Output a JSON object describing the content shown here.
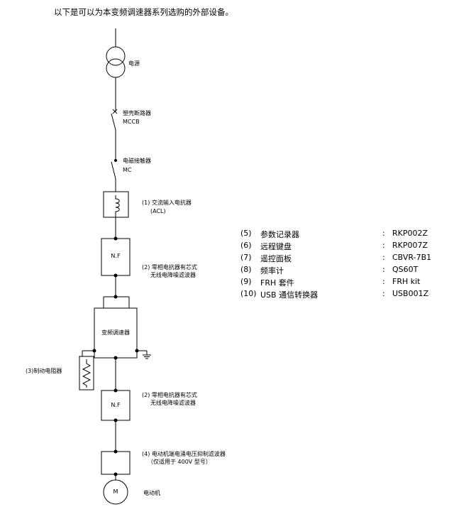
{
  "intro": "以下是可以为本变频调速器系列选购的外部设备。",
  "diagram": {
    "power": "电源",
    "mccb": [
      "塑壳断路器",
      "MCCB"
    ],
    "mc": [
      "电磁接触器",
      "MC"
    ],
    "acl": [
      "(1) 交流输入电抗器",
      "(ACL)"
    ],
    "nf_block": "N.F",
    "nf_label": [
      "(2) 零相电抗器有芯式",
      "无线电降噪滤波器"
    ],
    "inverter": "变频调速器",
    "brake": "(3)制动电阻器",
    "nf2_block": "N.F",
    "nf2_label": [
      "(2) 零相电抗器有芯式",
      "无线电降噪滤波器"
    ],
    "filter_label": [
      "(4) 电动机端电涌电压抑制滤波器",
      "（仅适用于  400V  型号）"
    ],
    "motor_block": "M",
    "motor_label": "电动机"
  },
  "options": [
    {
      "num": "(5)",
      "name": "参数记录器",
      "model": "RKP002Z"
    },
    {
      "num": "(6)",
      "name": "远程键盘",
      "model": "RKP007Z"
    },
    {
      "num": "(7)",
      "name": "遥控面板",
      "model": "CBVR-7B1"
    },
    {
      "num": "(8)",
      "name": "频率计",
      "model": "QS60T"
    },
    {
      "num": "(9)",
      "name": "FRH 套件",
      "model": "FRH kit"
    },
    {
      "num": "(10)",
      "name": "USB 通信转换器",
      "model": "USB001Z"
    }
  ]
}
